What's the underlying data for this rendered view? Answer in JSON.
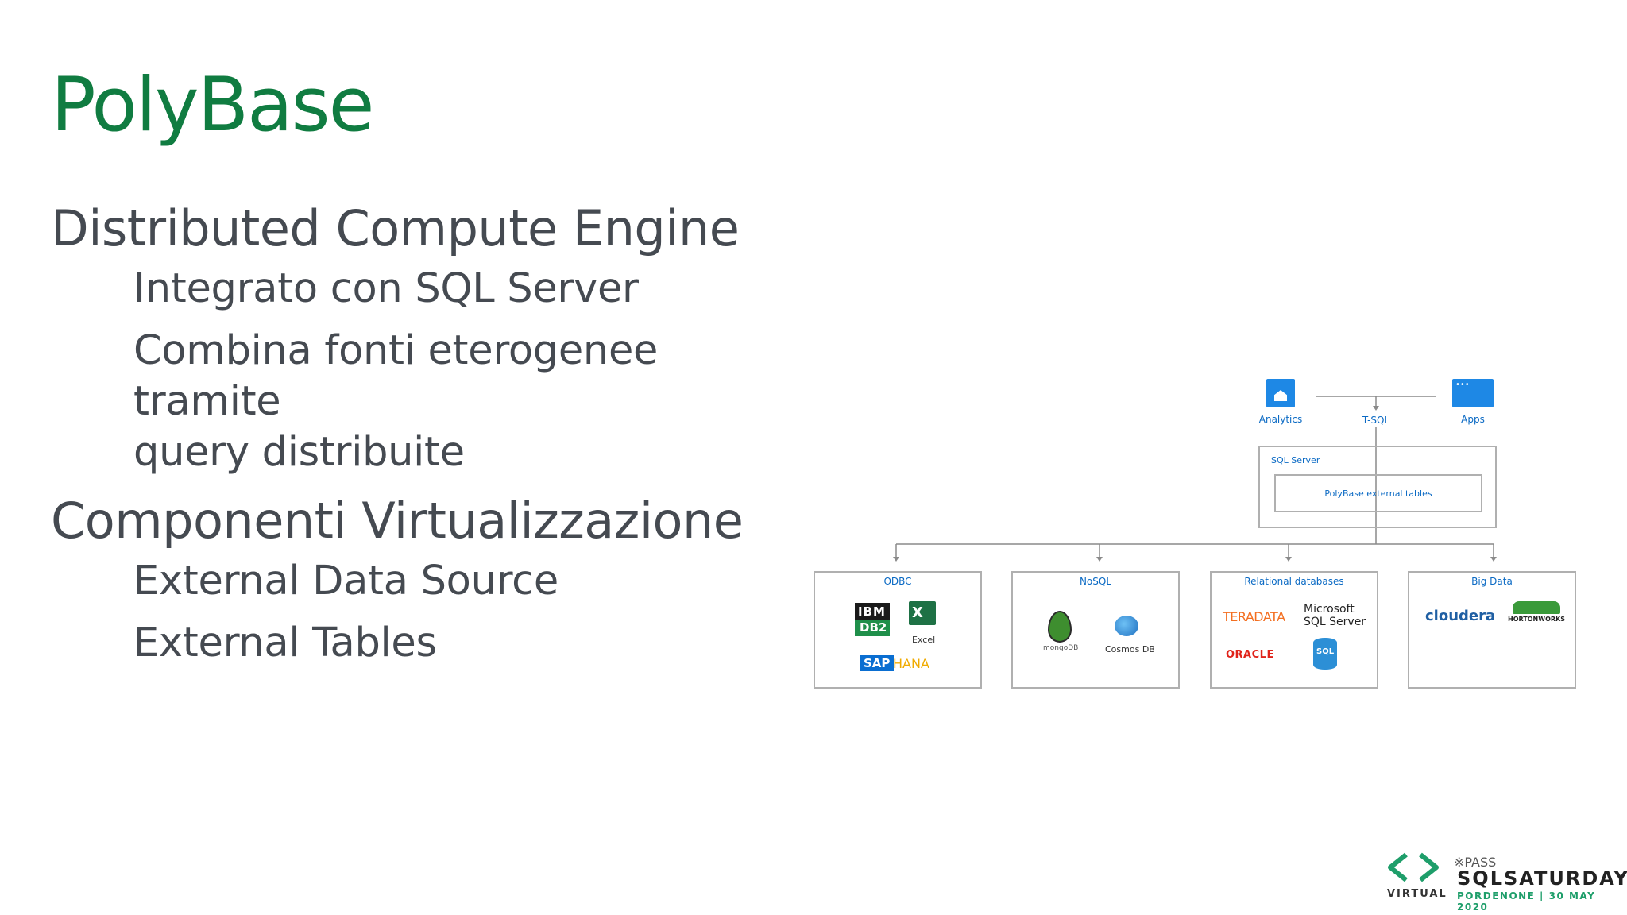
{
  "slide": {
    "title": "PolyBase",
    "bullets": {
      "b1": "Distributed Compute Engine",
      "b1_sub1": "Integrato con SQL Server",
      "b1_sub2_line1": "Combina fonti eterogenee tramite",
      "b1_sub2_line2": "query distribuite",
      "b2": "Componenti Virtualizzazione",
      "b2_sub1": "External Data Source",
      "b2_sub2": "External Tables"
    }
  },
  "diagram": {
    "analytics": "Analytics",
    "tsql": "T-SQL",
    "apps": "Apps",
    "sql_server": "SQL Server",
    "polybase_tables": "PolyBase external tables",
    "categories": {
      "odbc": {
        "title": "ODBC",
        "logos": [
          "IBM",
          "DB2",
          "X",
          "Excel",
          "SAP",
          "HANA"
        ]
      },
      "nosql": {
        "title": "NoSQL",
        "logos": [
          "mongoDB",
          "Cosmos DB"
        ]
      },
      "relational": {
        "title": "Relational databases",
        "logos": [
          "TERADATA",
          "Microsoft",
          "SQL Server",
          "ORACLE",
          "SQL"
        ]
      },
      "bigdata": {
        "title": "Big Data",
        "logos": [
          "cloudera",
          "HORTONWORKS"
        ]
      }
    }
  },
  "branding": {
    "virtual": "VIRTUAL",
    "pass": "PASS",
    "sqlsaturday": "SQLSATURDAY",
    "event": "PORDENONE | 30 MAY 2020"
  },
  "colors": {
    "title": "#107c41",
    "text": "#454a51",
    "diagram_label": "#0b6ac4",
    "brand_green": "#1e9e6a"
  }
}
